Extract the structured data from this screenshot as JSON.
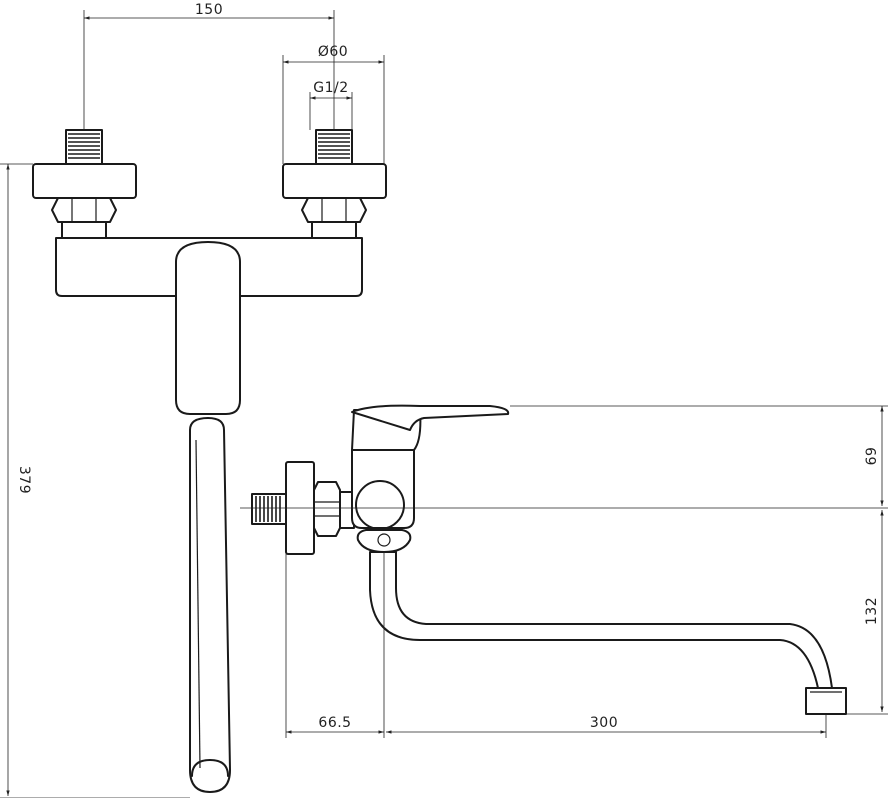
{
  "dimensions": {
    "d150": "150",
    "d60": "Ø60",
    "dG12": "G1/2",
    "d379": "379",
    "d69": "69",
    "d132": "132",
    "d665": "66.5",
    "d300": "300"
  },
  "colors": {
    "line": "#1a1a1a",
    "background": "#ffffff"
  }
}
